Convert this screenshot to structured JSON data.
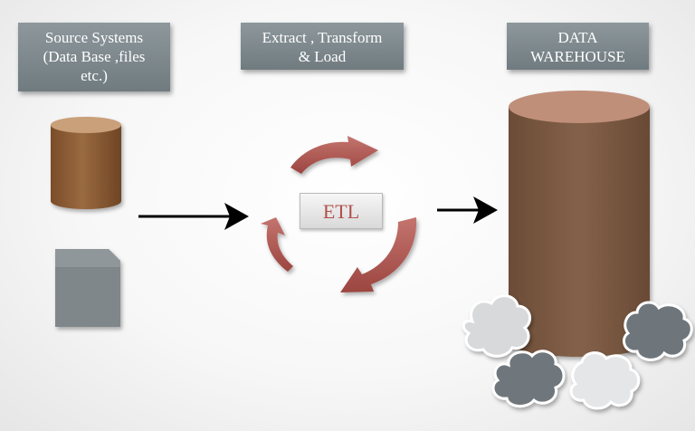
{
  "source_systems": {
    "lines": [
      "Source Systems",
      "(Data Base ,files",
      "etc.)"
    ]
  },
  "etl_title": {
    "lines": [
      "Extract , Transform",
      "& Load"
    ]
  },
  "data_warehouse": {
    "lines": [
      "DATA",
      "WAREHOUSE"
    ]
  },
  "etl_center": {
    "label": "ETL"
  },
  "colors": {
    "label_box": "#7d888d",
    "database_brown": "#8b5a34",
    "warehouse_brown": "#7a5840",
    "file_gray": "#7f878b",
    "cycle_arrow": "#b0504a",
    "etl_text": "#b0504a"
  },
  "icons": [
    "database-icon",
    "file-icon",
    "arrow-right-icon",
    "cycle-arrow-icon",
    "warehouse-cylinder-icon",
    "cloud-icon"
  ]
}
